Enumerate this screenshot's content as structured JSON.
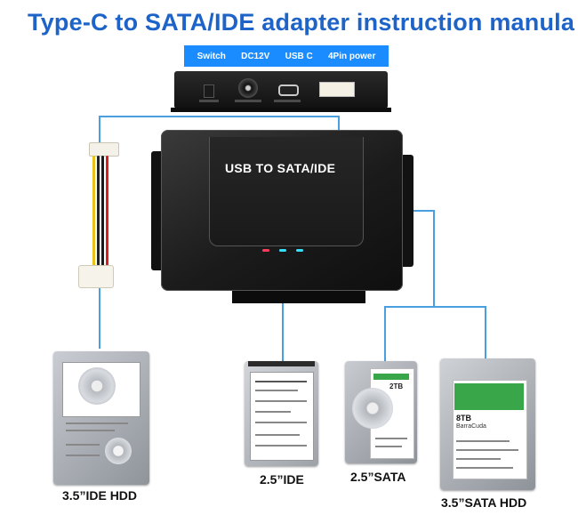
{
  "title": "Type-C to SATA/IDE adapter instruction manula",
  "ports": {
    "switch": "Switch",
    "dc": "DC12V",
    "usb": "USB C",
    "power": "4Pin power"
  },
  "adapter_label": "USB TO SATA/IDE",
  "drives": {
    "ide35": {
      "caption": "3.5”IDE HDD"
    },
    "ide25": {
      "caption": "2.5”IDE"
    },
    "sata25": {
      "caption": "2.5”SATA",
      "capacity": "2TB"
    },
    "sata35": {
      "caption": "3.5”SATA HDD",
      "capacity": "8TB",
      "brand": "BarraCuda"
    }
  },
  "colors": {
    "title": "#1e64c8",
    "port_bar": "#1a8cff",
    "connector_line": "#4a9fe0",
    "led_red": "#ff3b5c",
    "led_cyan": "#35e0ff",
    "sata_green": "#3aa64a"
  }
}
